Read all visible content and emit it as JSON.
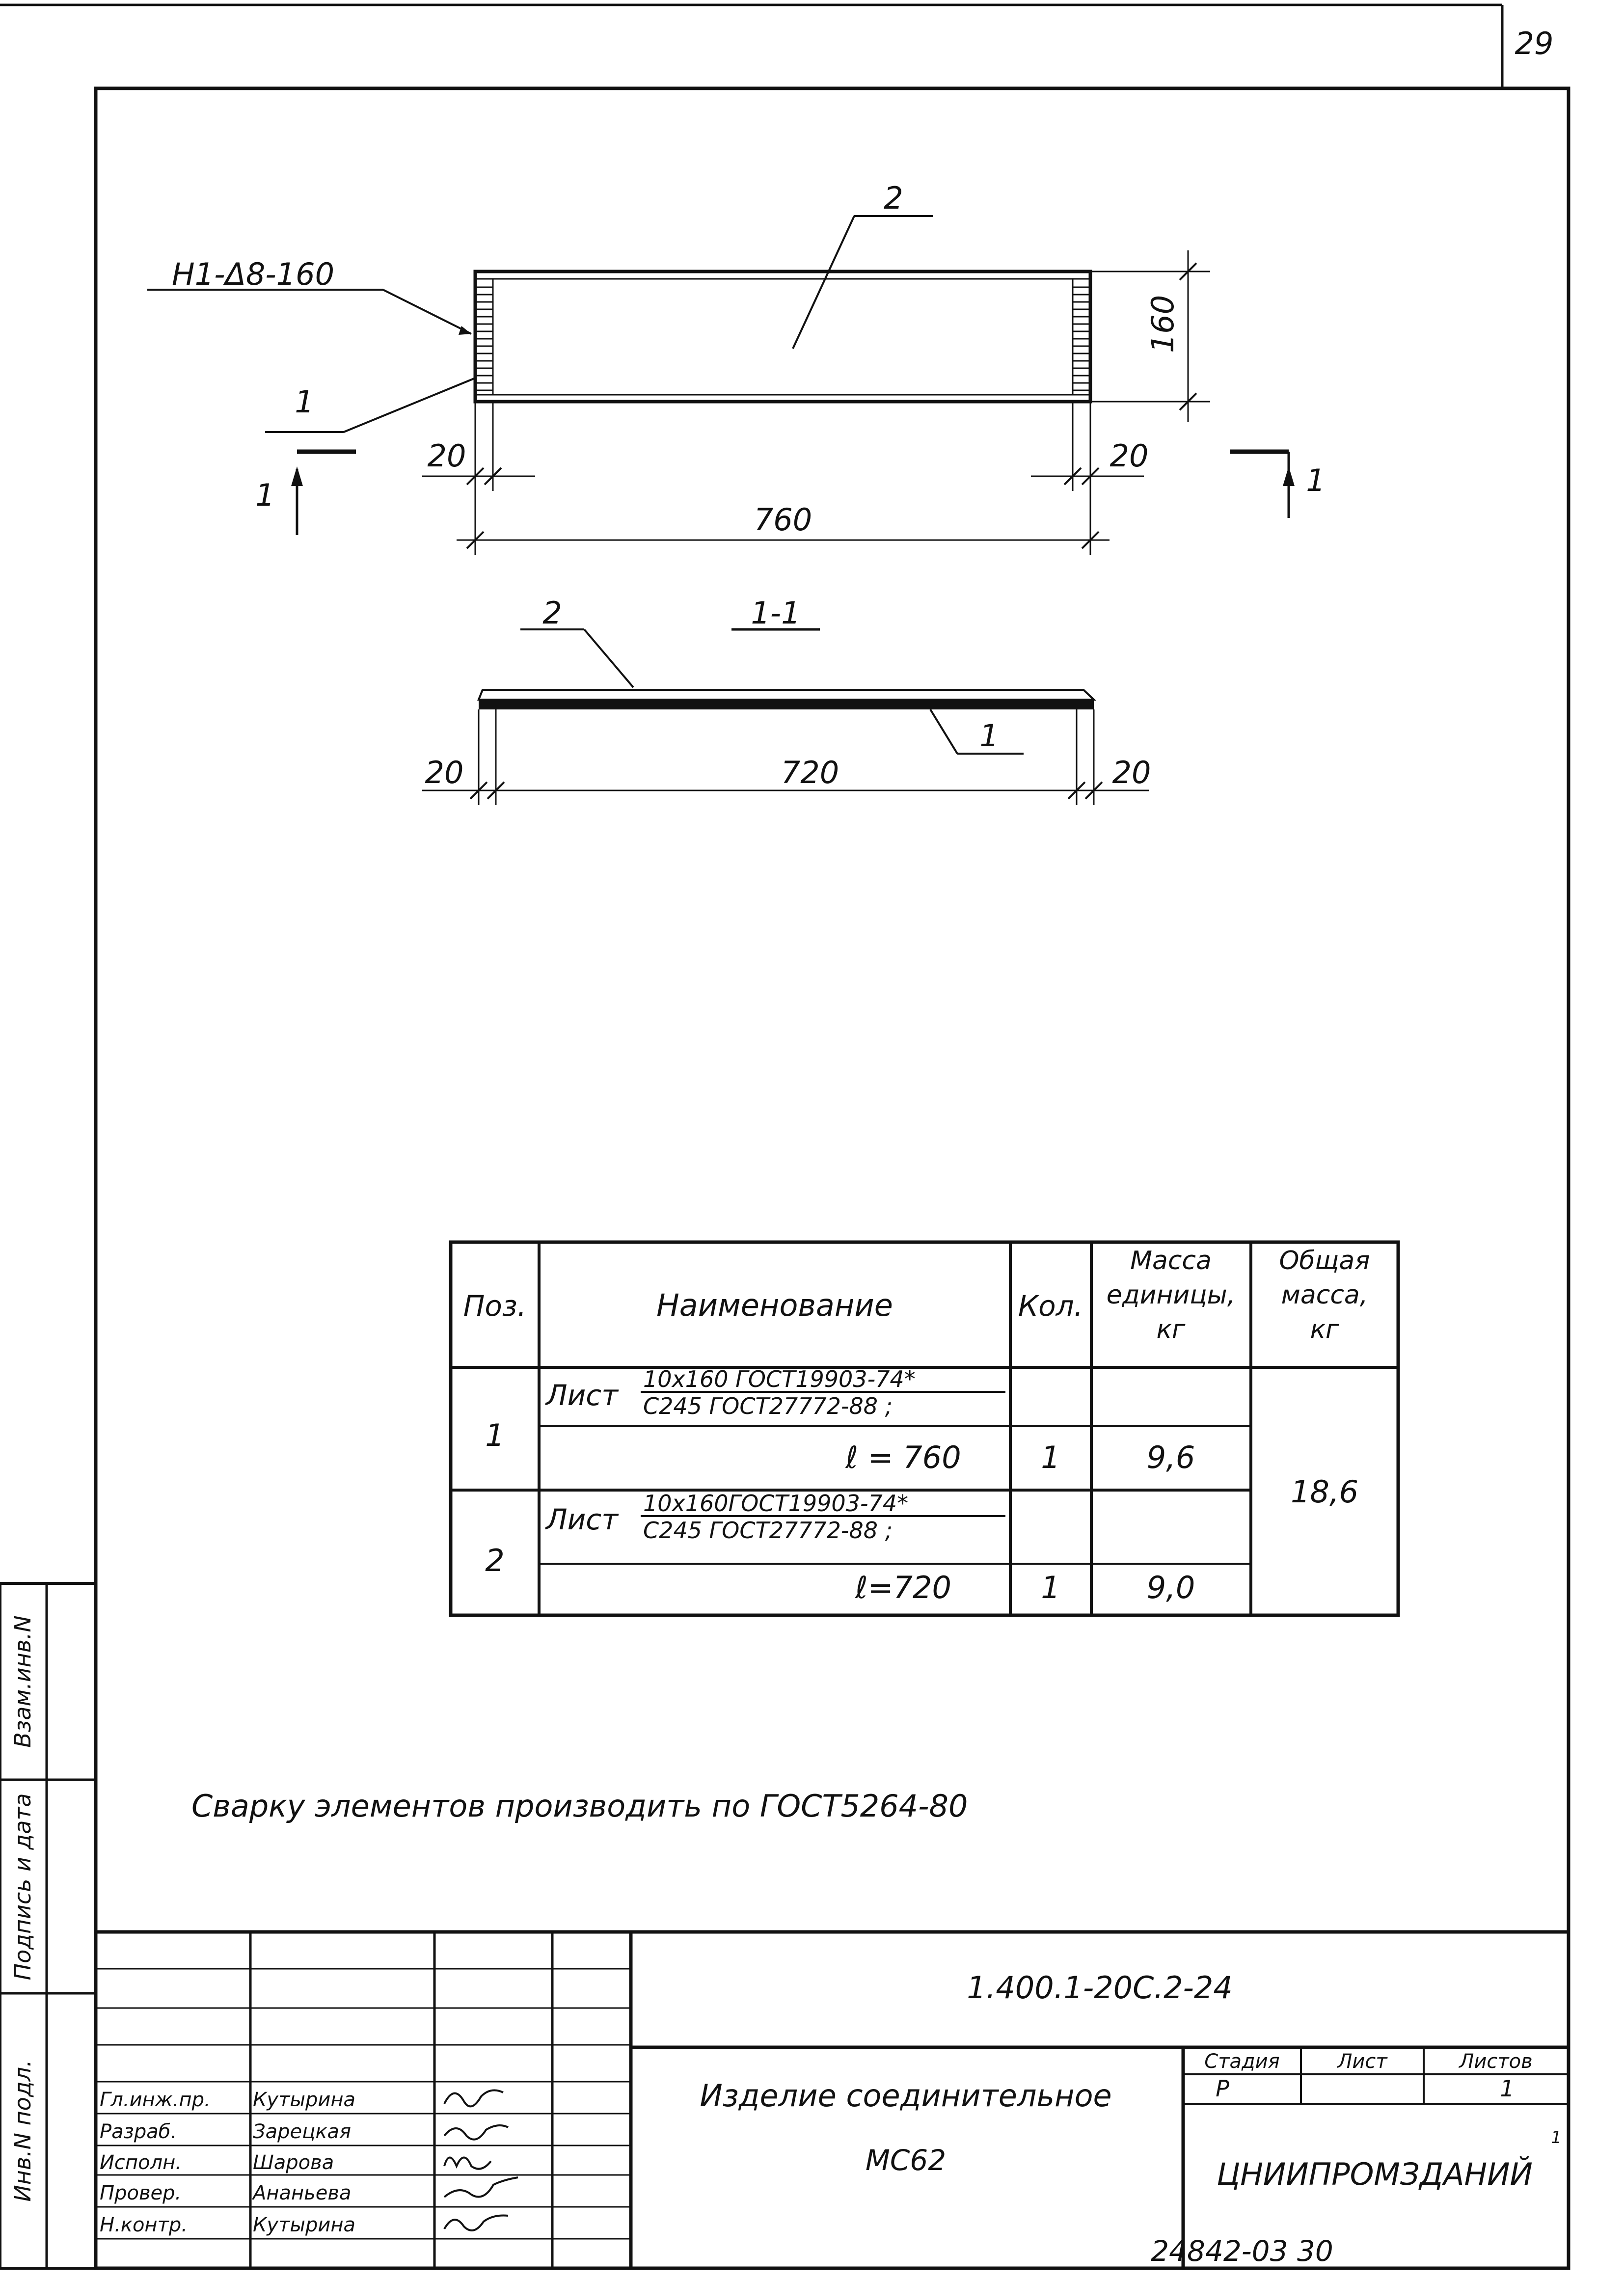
{
  "page_number": "29",
  "drawing": {
    "weld_callout": "Н1-Δ8-160",
    "part_1": "1",
    "part_2": "2",
    "dim_thickness": "160",
    "dim_left_offset": "20",
    "dim_right_offset": "20",
    "dim_total_length": "760",
    "section_marker": "1",
    "section_title": "1-1",
    "section_part_2": "2",
    "section_part_1": "1",
    "section_dim_left": "20",
    "section_dim_mid": "720",
    "section_dim_right": "20"
  },
  "spec_table": {
    "headers": {
      "pos": "Поз.",
      "name": "Наименование",
      "qty": "Кол.",
      "unit_mass": [
        "Масса",
        "единицы,",
        "кг"
      ],
      "total_mass": [
        "Общая",
        "масса,",
        "кг"
      ]
    },
    "rows": [
      {
        "pos": "1",
        "word": "Лист",
        "profile_top": "10x160 ГОСТ19903-74*",
        "profile_bottom": "С245 ГОСТ27772-88 ;",
        "length": "ℓ = 760",
        "qty": "1",
        "unit_mass": "9,6"
      },
      {
        "pos": "2",
        "word": "Лист",
        "profile_top": "10x160ГОСТ19903-74*",
        "profile_bottom": "С245 ГОСТ27772-88 ;",
        "length": "ℓ=720",
        "qty": "1",
        "unit_mass": "9,0"
      }
    ],
    "total_mass": "18,6"
  },
  "note": "Сварку элементов производить по ГОСТ5264-80",
  "side_stamp": {
    "inv_replace": "Взам.инв.N",
    "signature_date": "Подпись и дата",
    "inv_original": "Инв.N подл."
  },
  "title_block": {
    "document_code": "1.400.1-20С.2-24",
    "name_line_1": "Изделие соединительное",
    "name_line_2": "МС62",
    "stage_header": "Стадия",
    "sheet_header": "Лист",
    "sheets_header": "Листов",
    "stage": "Р",
    "sheet": "",
    "sheets": "1",
    "organization": "ЦНИИПРОМЗДАНИЙ",
    "organization_superscript": "1",
    "roles": [
      {
        "role": "Гл.инж.пр.",
        "name": "Кутырина"
      },
      {
        "role": "Разраб.",
        "name": "Зарецкая"
      },
      {
        "role": "Исполн.",
        "name": "Шарова"
      },
      {
        "role": "Провер.",
        "name": "Ананьева"
      },
      {
        "role": "Н.контр.",
        "name": "Кутырина"
      }
    ]
  },
  "archive_number": "24842-03   30"
}
